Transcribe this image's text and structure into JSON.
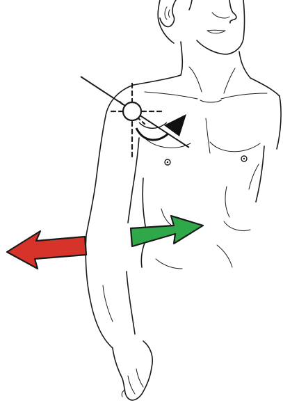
{
  "figure": {
    "background_color": "#ffffff",
    "line_color": "#1a1a1a",
    "skin_fill": "#ffffff",
    "arrows": {
      "abduction_force": {
        "color": "#d6342b",
        "direction": "left"
      },
      "adduction_force": {
        "color": "#2fa84a",
        "direction": "right"
      },
      "rotation": {
        "color": "#111111",
        "direction": "up-right"
      }
    },
    "markers": {
      "joint_center": "shoulder-joint-circle",
      "axis_line": "oblique-axis-line"
    }
  }
}
